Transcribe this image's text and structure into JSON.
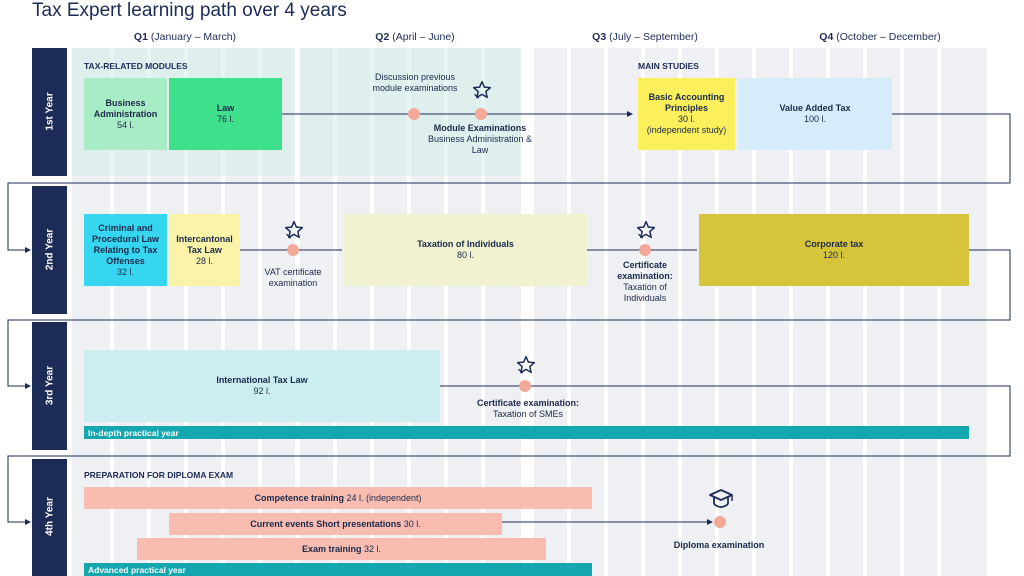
{
  "title": "Tax Expert learning path over 4 years",
  "quarters": [
    {
      "q": "Q1",
      "months": "(January – March)"
    },
    {
      "q": "Q2",
      "months": "(April – June)"
    },
    {
      "q": "Q3",
      "months": "(July – September)"
    },
    {
      "q": "Q4",
      "months": "(October – December)"
    }
  ],
  "years": [
    "1st Year",
    "2nd Year",
    "3rd Year",
    "4th Year"
  ],
  "year1": {
    "section_left": "TAX-RELATED MODULES",
    "section_right": "MAIN STUDIES",
    "bus_admin": {
      "name": "Business Administration",
      "lessons": "54 l."
    },
    "law": {
      "name": "Law",
      "lessons": "76 l."
    },
    "discussion": "Discussion previous module examinations",
    "module_exam_title": "Module Examinations",
    "module_exam_sub": "Business Administration & Law",
    "accounting": {
      "name": "Basic Accounting Principles",
      "lessons": "30 l.",
      "note": "(independent study)"
    },
    "vat": {
      "name": "Value Added Tax",
      "lessons": "100 l."
    }
  },
  "year2": {
    "criminal": {
      "name": "Criminal and Procedural Law Relating to Tax Offenses",
      "lessons": "32 l."
    },
    "intercantonal": {
      "name": "Intercantonal Tax Law",
      "lessons": "28 l."
    },
    "vat_exam": "VAT certificate examination",
    "individuals": {
      "name": "Taxation of Individuals",
      "lessons": "80 l."
    },
    "cert_exam_title": "Certificate examination:",
    "cert_exam_sub": "Taxation of Individuals",
    "corporate": {
      "name": "Corporate tax",
      "lessons": "120 l."
    }
  },
  "year3": {
    "international": {
      "name": "International Tax Law",
      "lessons": "92 l."
    },
    "cert_exam_title": "Certificate examination:",
    "cert_exam_sub": "Taxation of SMEs",
    "practical": "In-depth practical year"
  },
  "year4": {
    "section": "PREPARATION FOR DIPLOMA EXAM",
    "competence": {
      "name": "Competence training",
      "lessons": "24 l. (independent)"
    },
    "current": {
      "name": "Current events Short presentations",
      "lessons": "30 l."
    },
    "exam_training": {
      "name": "Exam training",
      "lessons": "32 l."
    },
    "diploma": "Diploma examination",
    "practical": "Advanced practical year"
  },
  "icons": {
    "milestone": "star-icon",
    "diploma": "graduation-cap-icon"
  },
  "colors": {
    "navy": "#1d2b57",
    "bus_admin": "#a8ecc5",
    "law": "#3ee08c",
    "accounting": "#fbf05c",
    "vat": "#d6ecfa",
    "criminal": "#36d6f0",
    "intercantonal": "#fbf3a8",
    "individuals": "#f1f2cf",
    "corporate": "#d6c43a",
    "international": "#cdeef0",
    "prep": "#f8bcb0",
    "teal": "#14a7b0",
    "dot": "#f4a898"
  }
}
